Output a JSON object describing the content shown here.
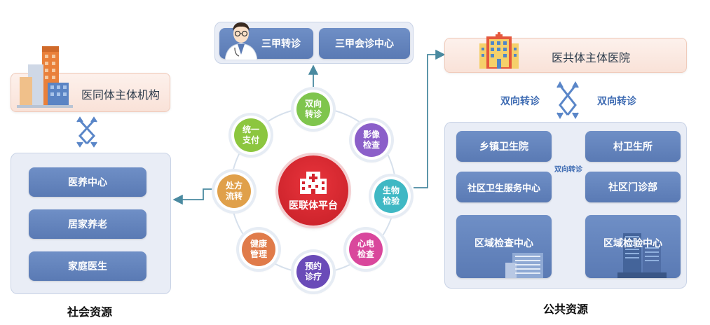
{
  "center": {
    "label": "医联体平台",
    "color": "#d4252e"
  },
  "ring_nodes": [
    {
      "id": "two-way-referral",
      "line1": "双向",
      "line2": "转诊",
      "color": "#7fc54d"
    },
    {
      "id": "imaging-exam",
      "line1": "影像",
      "line2": "检查",
      "color": "#8b5fc9"
    },
    {
      "id": "bio-test",
      "line1": "生物",
      "line2": "检验",
      "color": "#3fb8c4"
    },
    {
      "id": "ecg-exam",
      "line1": "心电",
      "line2": "检查",
      "color": "#d9479c"
    },
    {
      "id": "appointment",
      "line1": "预约",
      "line2": "诊疗",
      "color": "#6a4bb8"
    },
    {
      "id": "health-mgmt",
      "line1": "健康",
      "line2": "管理",
      "color": "#e07b4a"
    },
    {
      "id": "prescription-flow",
      "line1": "处方",
      "line2": "流转",
      "color": "#e0a04a"
    },
    {
      "id": "unified-payment",
      "line1": "统一",
      "line2": "支付",
      "color": "#8cc63f"
    }
  ],
  "top": {
    "left_btn": "三甲转诊",
    "right_btn": "三甲会诊中心"
  },
  "left": {
    "header": "医同体主体机构",
    "items": [
      "医养中心",
      "居家养老",
      "家庭医生"
    ],
    "footer": "社会资源"
  },
  "right": {
    "header": "医共体主体医院",
    "referral_left": "双向转诊",
    "referral_right": "双向转诊",
    "grid": {
      "township": "乡镇卫生院",
      "village": "村卫生所",
      "middle_label": "双向转诊",
      "community_center": "社区卫生服务中心",
      "community_clinic": "社区门诊部",
      "regional_exam": "区域检查中心",
      "regional_test": "区域检验中心"
    },
    "footer": "公共资源"
  },
  "colors": {
    "panel_blue": "#5a7ab4",
    "connector": "#4a8aa0",
    "peach": "#f9e2d8"
  }
}
